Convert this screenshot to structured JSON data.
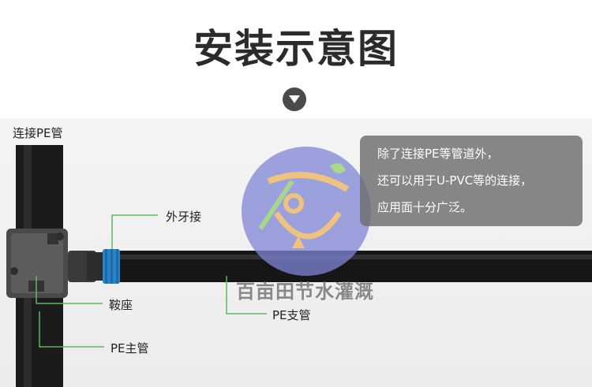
{
  "title": "安装示意图",
  "labels": {
    "pe_connect": "连接PE管",
    "outer_thread": "外牙接",
    "saddle": "鞍座",
    "pe_branch": "PE支管",
    "pe_main": "PE主管"
  },
  "callout_lines": [
    "除了连接PE等管道外，",
    "还可以用于U-PVC等的连接，",
    "应用面十分广泛。"
  ],
  "watermark": "百亩田节水灌溉",
  "colors": {
    "leader": "#5cb85c",
    "pipe": "#1a1a1a",
    "connector": "#2a83c8",
    "watermark_circle": "#7f86d6"
  }
}
